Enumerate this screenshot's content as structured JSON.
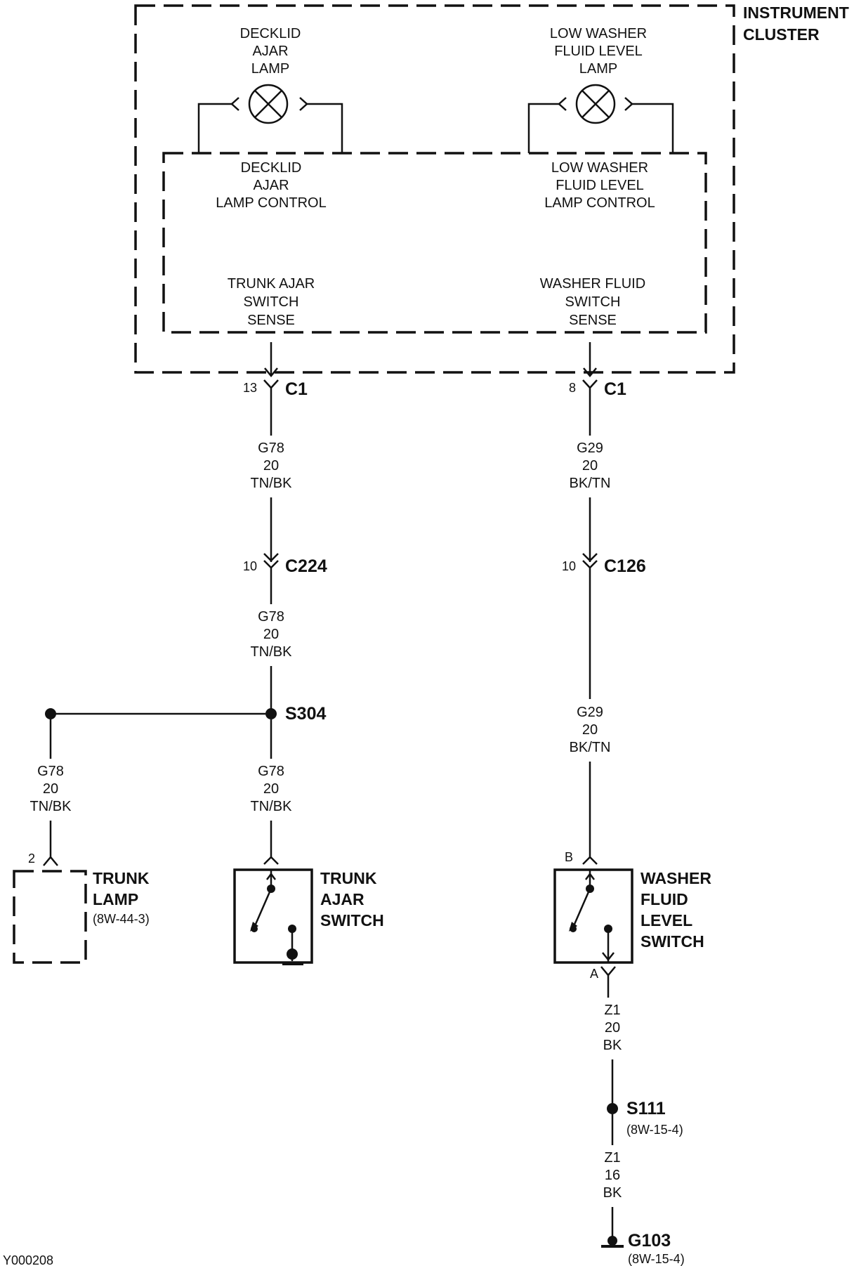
{
  "cluster": {
    "title_line1": "INSTRUMENT",
    "title_line2": "CLUSTER"
  },
  "lamps": {
    "decklid": {
      "line1": "DECKLID",
      "line2": "AJAR",
      "line3": "LAMP"
    },
    "washer": {
      "line1": "LOW WASHER",
      "line2": "FLUID LEVEL",
      "line3": "LAMP"
    }
  },
  "controls": {
    "decklid": {
      "line1": "DECKLID",
      "line2": "AJAR",
      "line3": "LAMP CONTROL"
    },
    "washer": {
      "line1": "LOW WASHER",
      "line2": "FLUID LEVEL",
      "line3": "LAMP CONTROL"
    }
  },
  "senses": {
    "trunk": {
      "line1": "TRUNK AJAR",
      "line2": "SWITCH",
      "line3": "SENSE"
    },
    "washer": {
      "line1": "WASHER FLUID",
      "line2": "SWITCH",
      "line3": "SENSE"
    }
  },
  "connectors": {
    "c1_left": {
      "pin": "13",
      "name": "C1"
    },
    "c1_right": {
      "pin": "8",
      "name": "C1"
    },
    "c224": {
      "pin": "10",
      "name": "C224"
    },
    "c126": {
      "pin": "10",
      "name": "C126"
    },
    "trunk_lamp_pin": "2",
    "washer_switch_pin_b": "B",
    "washer_switch_pin_a": "A"
  },
  "wires": {
    "g78_a": {
      "circuit": "G78",
      "gauge": "20",
      "color": "TN/BK"
    },
    "g78_b": {
      "circuit": "G78",
      "gauge": "20",
      "color": "TN/BK"
    },
    "g78_c": {
      "circuit": "G78",
      "gauge": "20",
      "color": "TN/BK"
    },
    "g78_d": {
      "circuit": "G78",
      "gauge": "20",
      "color": "TN/BK"
    },
    "g29_a": {
      "circuit": "G29",
      "gauge": "20",
      "color": "BK/TN"
    },
    "g29_b": {
      "circuit": "G29",
      "gauge": "20",
      "color": "BK/TN"
    },
    "z1_a": {
      "circuit": "Z1",
      "gauge": "20",
      "color": "BK"
    },
    "z1_b": {
      "circuit": "Z1",
      "gauge": "16",
      "color": "BK"
    }
  },
  "splices": {
    "s304": {
      "name": "S304"
    },
    "s111": {
      "name": "S111",
      "ref": "(8W-15-4)"
    }
  },
  "ground": {
    "name": "G103",
    "ref": "(8W-15-4)"
  },
  "components": {
    "trunk_lamp": {
      "line1": "TRUNK",
      "line2": "LAMP",
      "ref": "(8W-44-3)"
    },
    "trunk_switch": {
      "line1": "TRUNK",
      "line2": "AJAR",
      "line3": "SWITCH"
    },
    "washer_switch": {
      "line1": "WASHER",
      "line2": "FLUID",
      "line3": "LEVEL",
      "line4": "SWITCH"
    }
  },
  "figure_id": "Y000208"
}
